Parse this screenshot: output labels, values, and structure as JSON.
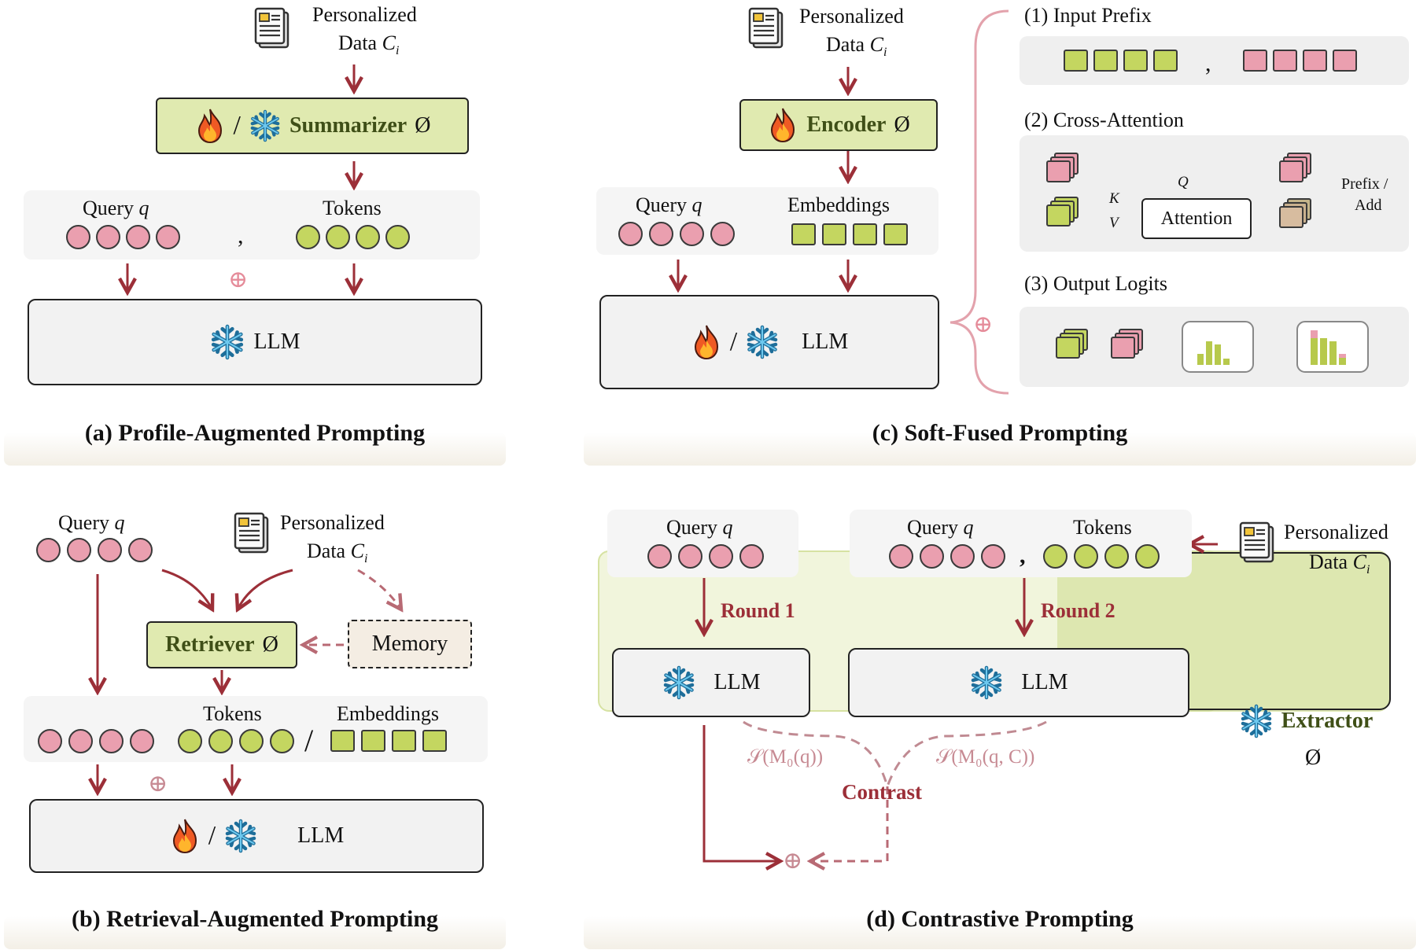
{
  "common": {
    "personalized_line1": "Personalized",
    "personalized_line2": "Data ",
    "c_var": "C",
    "c_sub": "i",
    "llm": "LLM",
    "query": "Query ",
    "q_var": "q",
    "tokens": "Tokens",
    "embeddings": "Embeddings",
    "oplus": "⊕",
    "slash": "/",
    "comma": ",",
    "empty_set": "Ø"
  },
  "panel_a": {
    "caption": "(a) Profile-Augmented Prompting",
    "module": "Summarizer"
  },
  "panel_b": {
    "caption": "(b) Retrieval-Augmented Prompting",
    "module": "Retriever",
    "memory": "Memory"
  },
  "panel_c": {
    "caption": "(c) Soft-Fused Prompting",
    "module": "Encoder",
    "opt1": "(1) Input Prefix",
    "opt2": "(2) Cross-Attention",
    "opt3": "(3) Output Logits",
    "attention": "Attention",
    "q_label": "Q",
    "k_label": "K",
    "v_label": "V",
    "prefix_add_1": "Prefix /",
    "prefix_add_2": "Add"
  },
  "panel_d": {
    "caption": "(d) Contrastive Prompting",
    "round1": "Round 1",
    "round2": "Round 2",
    "extractor": "Extractor",
    "contrast": "Contrast",
    "s_left": "𝒮(M₀(q))",
    "s_right": "𝒮(M₀(q, C))"
  },
  "icons": [
    "document-icon",
    "fire-icon",
    "snowflake-icon",
    "bar-chart-icon"
  ],
  "colors": {
    "arrow_red": "#9c2f38",
    "module_green": "#e0eab0",
    "token_pink": "#ea9faf",
    "token_green": "#c4d660",
    "extractor_panel": "#f1f5dc"
  }
}
